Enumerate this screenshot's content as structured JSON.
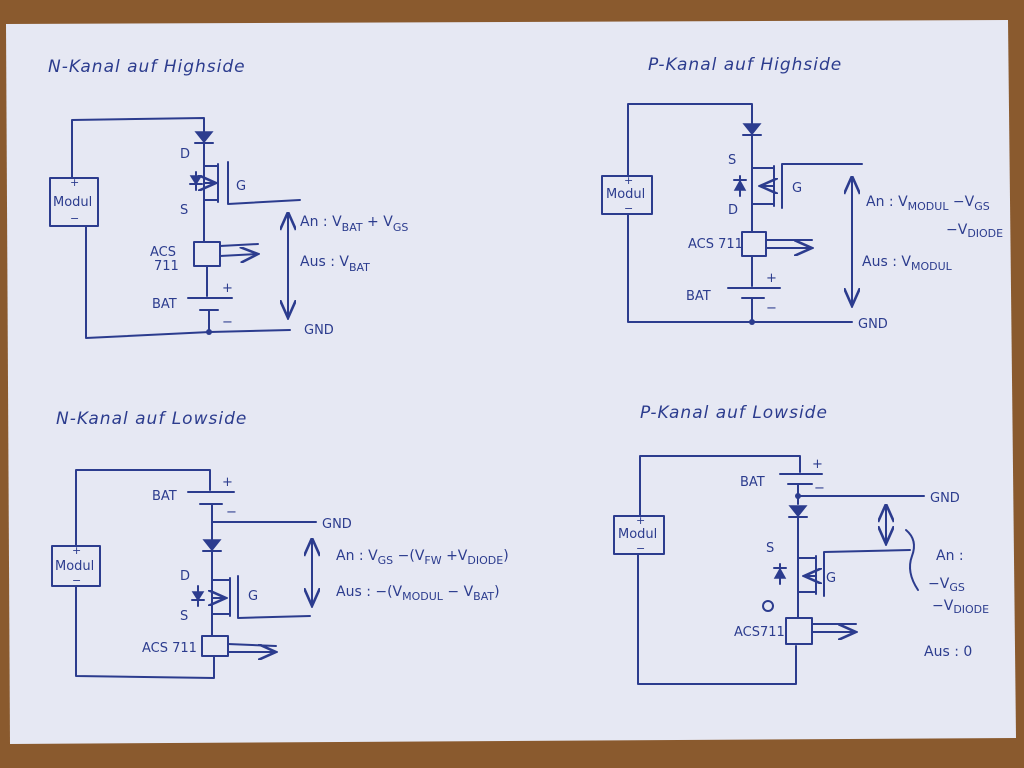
{
  "colors": {
    "paper": "#e6e8f3",
    "ink": "#2c3c8e",
    "table": "#8a5a2e"
  },
  "q1": {
    "title": "N-Kanal auf Highside",
    "modul_plus": "+",
    "modul": "Modul",
    "modul_minus": "−",
    "d": "D",
    "s": "S",
    "g": "G",
    "acs": "ACS",
    "acs2": "711",
    "bat": "BAT",
    "bat_plus": "+",
    "bat_minus": "−",
    "gnd": "GND",
    "an": "An :  V",
    "an_sub1": "BAT",
    "an_mid": " + V",
    "an_sub2": "GS",
    "aus": "Aus :  V",
    "aus_sub": "BAT"
  },
  "q2": {
    "title": "P-Kanal auf Highside",
    "modul_plus": "+",
    "modul": "Modul",
    "modul_minus": "−",
    "s": "S",
    "d": "D",
    "g": "G",
    "acs": "ACS 711",
    "bat": "BAT",
    "bat_plus": "+",
    "bat_minus": "−",
    "gnd": "GND",
    "an": "An : V",
    "an_sub1": "MODUL",
    "an_mid": " −V",
    "an_sub2": "GS",
    "an_line2": "−V",
    "an_line2_sub": "DIODE",
    "aus": "Aus : V",
    "aus_sub": "MODUL"
  },
  "q3": {
    "title": "N-Kanal auf Lowside",
    "modul_plus": "+",
    "modul": "Modul",
    "modul_minus": "−",
    "bat": "BAT",
    "bat_plus": "+",
    "bat_minus": "−",
    "gnd": "GND",
    "d": "D",
    "s": "S",
    "g": "G",
    "acs": "ACS 711",
    "an": "An :  V",
    "an_sub1": "GS",
    "an_mid": " −(V",
    "an_sub2": "FW",
    "an_mid2": " +V",
    "an_sub3": "DIODE",
    "an_end": ")",
    "aus": "Aus :   −(V",
    "aus_sub1": "MODUL",
    "aus_mid": " − V",
    "aus_sub2": "BAT",
    "aus_end": ")"
  },
  "q4": {
    "title": "P-Kanal auf Lowside",
    "modul_plus": "+",
    "modul": "Modul",
    "modul_minus": "−",
    "bat": "BAT",
    "bat_plus": "+",
    "bat_minus": "−",
    "gnd": "GND",
    "s": "S",
    "g": "G",
    "acs": "ACS711",
    "an": "An :",
    "an_l1": "−V",
    "an_l1_sub": "GS",
    "an_l2": "−V",
    "an_l2_sub": "DIODE",
    "aus": "Aus : 0"
  }
}
